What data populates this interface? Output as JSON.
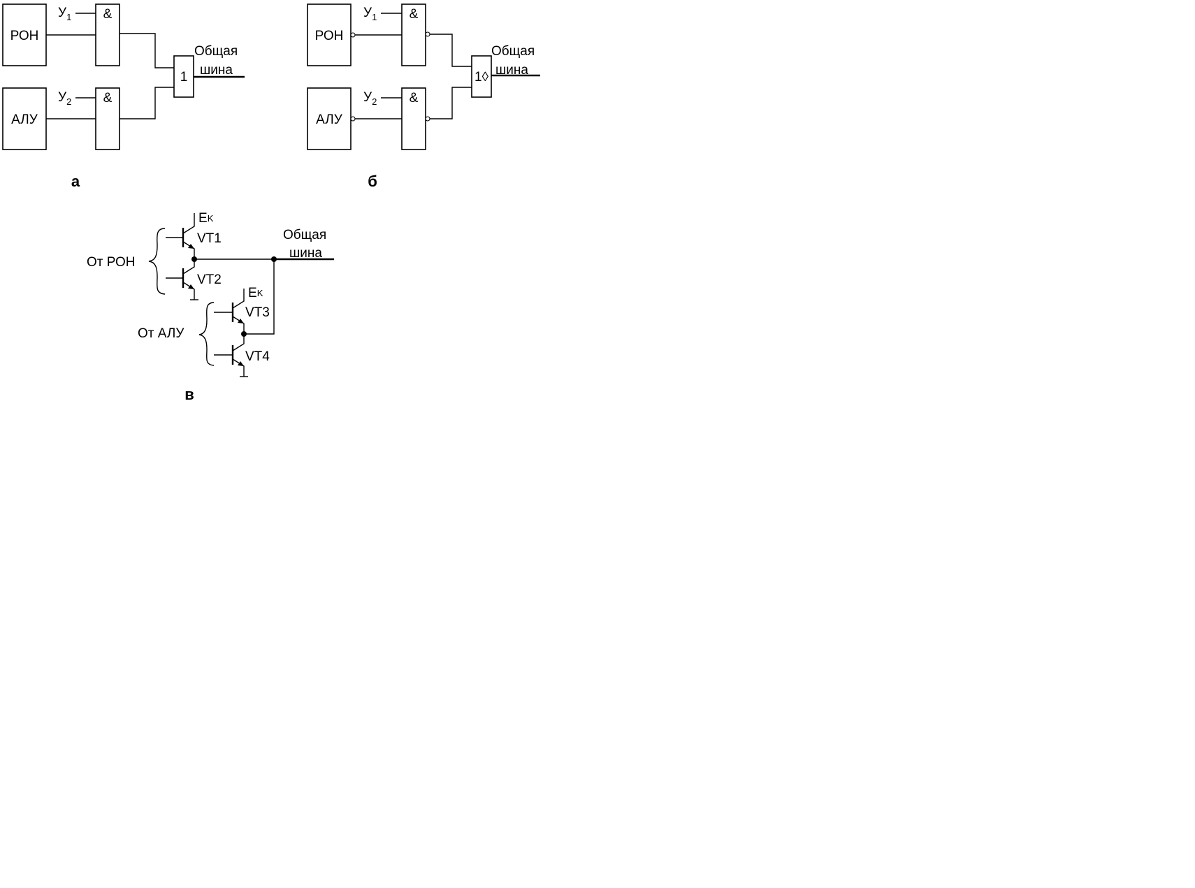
{
  "diagram_a": {
    "caption": "а",
    "block_top": "РОН",
    "block_bottom": "АЛУ",
    "gate_top": "&",
    "gate_bottom": "&",
    "signal_top": "У",
    "signal_top_sub": "1",
    "signal_bottom": "У",
    "signal_bottom_sub": "2",
    "or_gate": "1",
    "bus_line1": "Общая",
    "bus_line2": "шина"
  },
  "diagram_b": {
    "caption": "б",
    "block_top": "РОН",
    "block_bottom": "АЛУ",
    "gate_top": "&",
    "gate_bottom": "&",
    "signal_top": "У",
    "signal_top_sub": "1",
    "signal_bottom": "У",
    "signal_bottom_sub": "2",
    "or_gate": "1",
    "or_gate_symbol": "◊",
    "bus_line1": "Общая",
    "bus_line2": "шина"
  },
  "diagram_v": {
    "caption": "в",
    "source_top": "От РОН",
    "source_bottom": "От АЛУ",
    "supply_top": "E",
    "supply_top_sub": "K",
    "supply_bottom": "E",
    "supply_bottom_sub": "K",
    "vt1": "VT1",
    "vt2": "VT2",
    "vt3": "VT3",
    "vt4": "VT4",
    "bus_line1": "Общая",
    "bus_line2": "шина"
  }
}
